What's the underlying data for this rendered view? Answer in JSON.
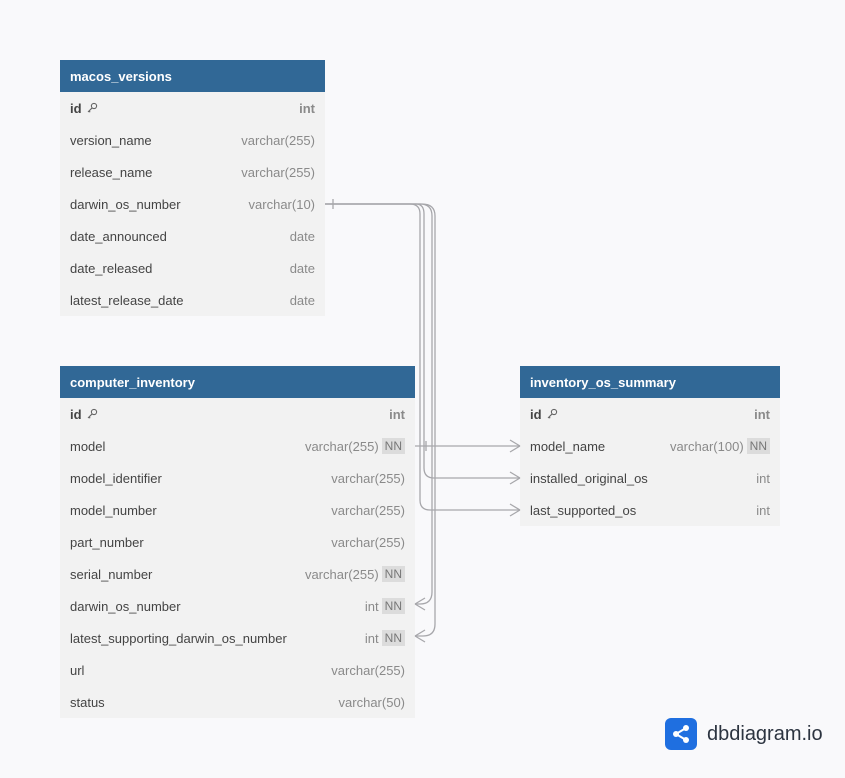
{
  "tables": {
    "macos_versions": {
      "title": "macos_versions",
      "rows": [
        {
          "name": "id",
          "type": "int",
          "pk": true
        },
        {
          "name": "version_name",
          "type": "varchar(255)"
        },
        {
          "name": "release_name",
          "type": "varchar(255)"
        },
        {
          "name": "darwin_os_number",
          "type": "varchar(10)"
        },
        {
          "name": "date_announced",
          "type": "date"
        },
        {
          "name": "date_released",
          "type": "date"
        },
        {
          "name": "latest_release_date",
          "type": "date"
        }
      ]
    },
    "computer_inventory": {
      "title": "computer_inventory",
      "rows": [
        {
          "name": "id",
          "type": "int",
          "pk": true
        },
        {
          "name": "model",
          "type": "varchar(255)",
          "nn": "NN"
        },
        {
          "name": "model_identifier",
          "type": "varchar(255)"
        },
        {
          "name": "model_number",
          "type": "varchar(255)"
        },
        {
          "name": "part_number",
          "type": "varchar(255)"
        },
        {
          "name": "serial_number",
          "type": "varchar(255)",
          "nn": "NN"
        },
        {
          "name": "darwin_os_number",
          "type": "int",
          "nn": "NN"
        },
        {
          "name": "latest_supporting_darwin_os_number",
          "type": "int",
          "nn": "NN"
        },
        {
          "name": "url",
          "type": "varchar(255)"
        },
        {
          "name": "status",
          "type": "varchar(50)"
        }
      ]
    },
    "inventory_os_summary": {
      "title": "inventory_os_summary",
      "rows": [
        {
          "name": "id",
          "type": "int",
          "pk": true
        },
        {
          "name": "model_name",
          "type": "varchar(100)",
          "nn": "NN"
        },
        {
          "name": "installed_original_os",
          "type": "int"
        },
        {
          "name": "last_supported_os",
          "type": "int"
        }
      ]
    }
  },
  "colors": {
    "header": "#316896",
    "body": "#f2f2f2",
    "connector": "#a7a7ab",
    "logo": "#1f6fe0"
  },
  "logo": {
    "text": "dbdiagram.io",
    "icon": "share-nodes-icon"
  }
}
